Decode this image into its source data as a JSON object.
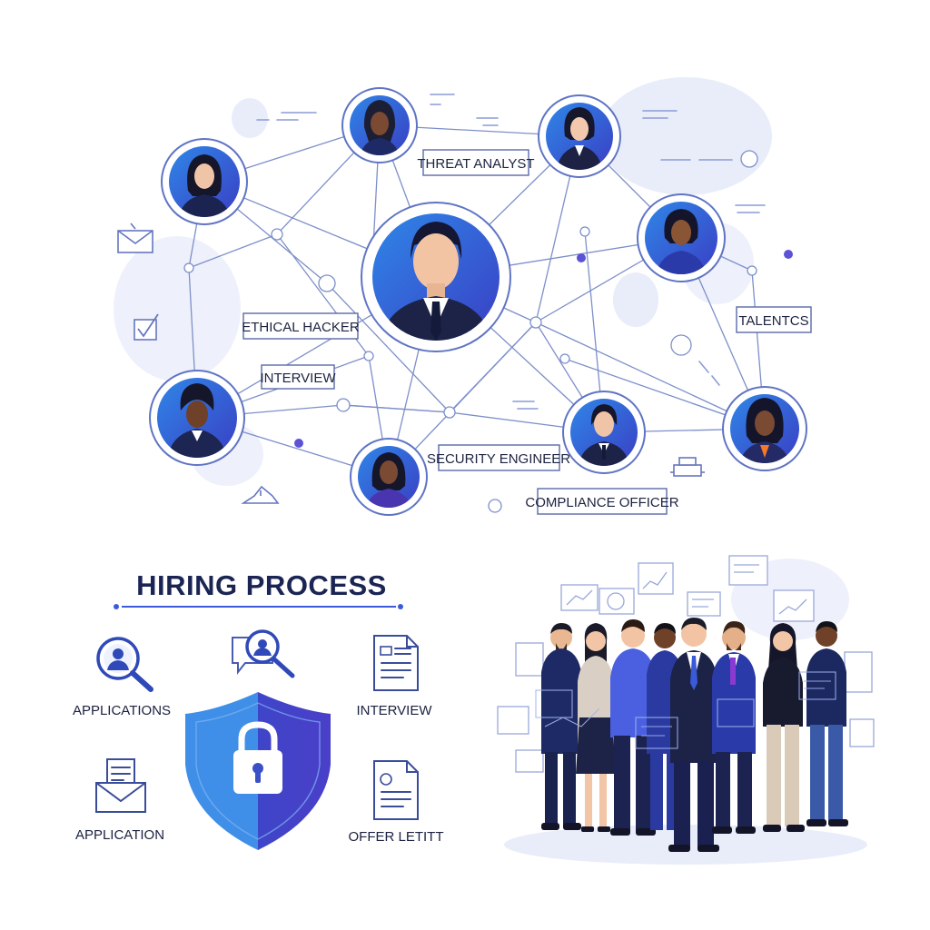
{
  "network": {
    "labels": {
      "threat_analyst": "THREAT ANALYST",
      "ethical_hacker": "ETHICAL HACKER",
      "interview": "INTERVIEW",
      "talents": "TALENTCS",
      "security_engineer": "SECURITY ENGINEER",
      "compliance_officer": "COMPLIANCE OFFICER"
    }
  },
  "hiring": {
    "title": "HIRING PROCESS",
    "steps": {
      "applications": "APPLICATIONS",
      "interview": "INTERVIEW",
      "application": "APPLICATION",
      "offer_letter": "OFFER LETITT"
    }
  },
  "colors": {
    "accent": "#3b5bdb",
    "accent_dark": "#1b2553",
    "shield_light": "#3f8fe8",
    "shield_dark": "#3f45c8",
    "edge": "#7d8fc9",
    "blob": "#e9edfa"
  },
  "icons": [
    "envelope-icon",
    "checkbox-icon",
    "magnifier-user-icon",
    "document-icon",
    "padlock-shield-icon",
    "bell-icon",
    "printer-icon"
  ]
}
